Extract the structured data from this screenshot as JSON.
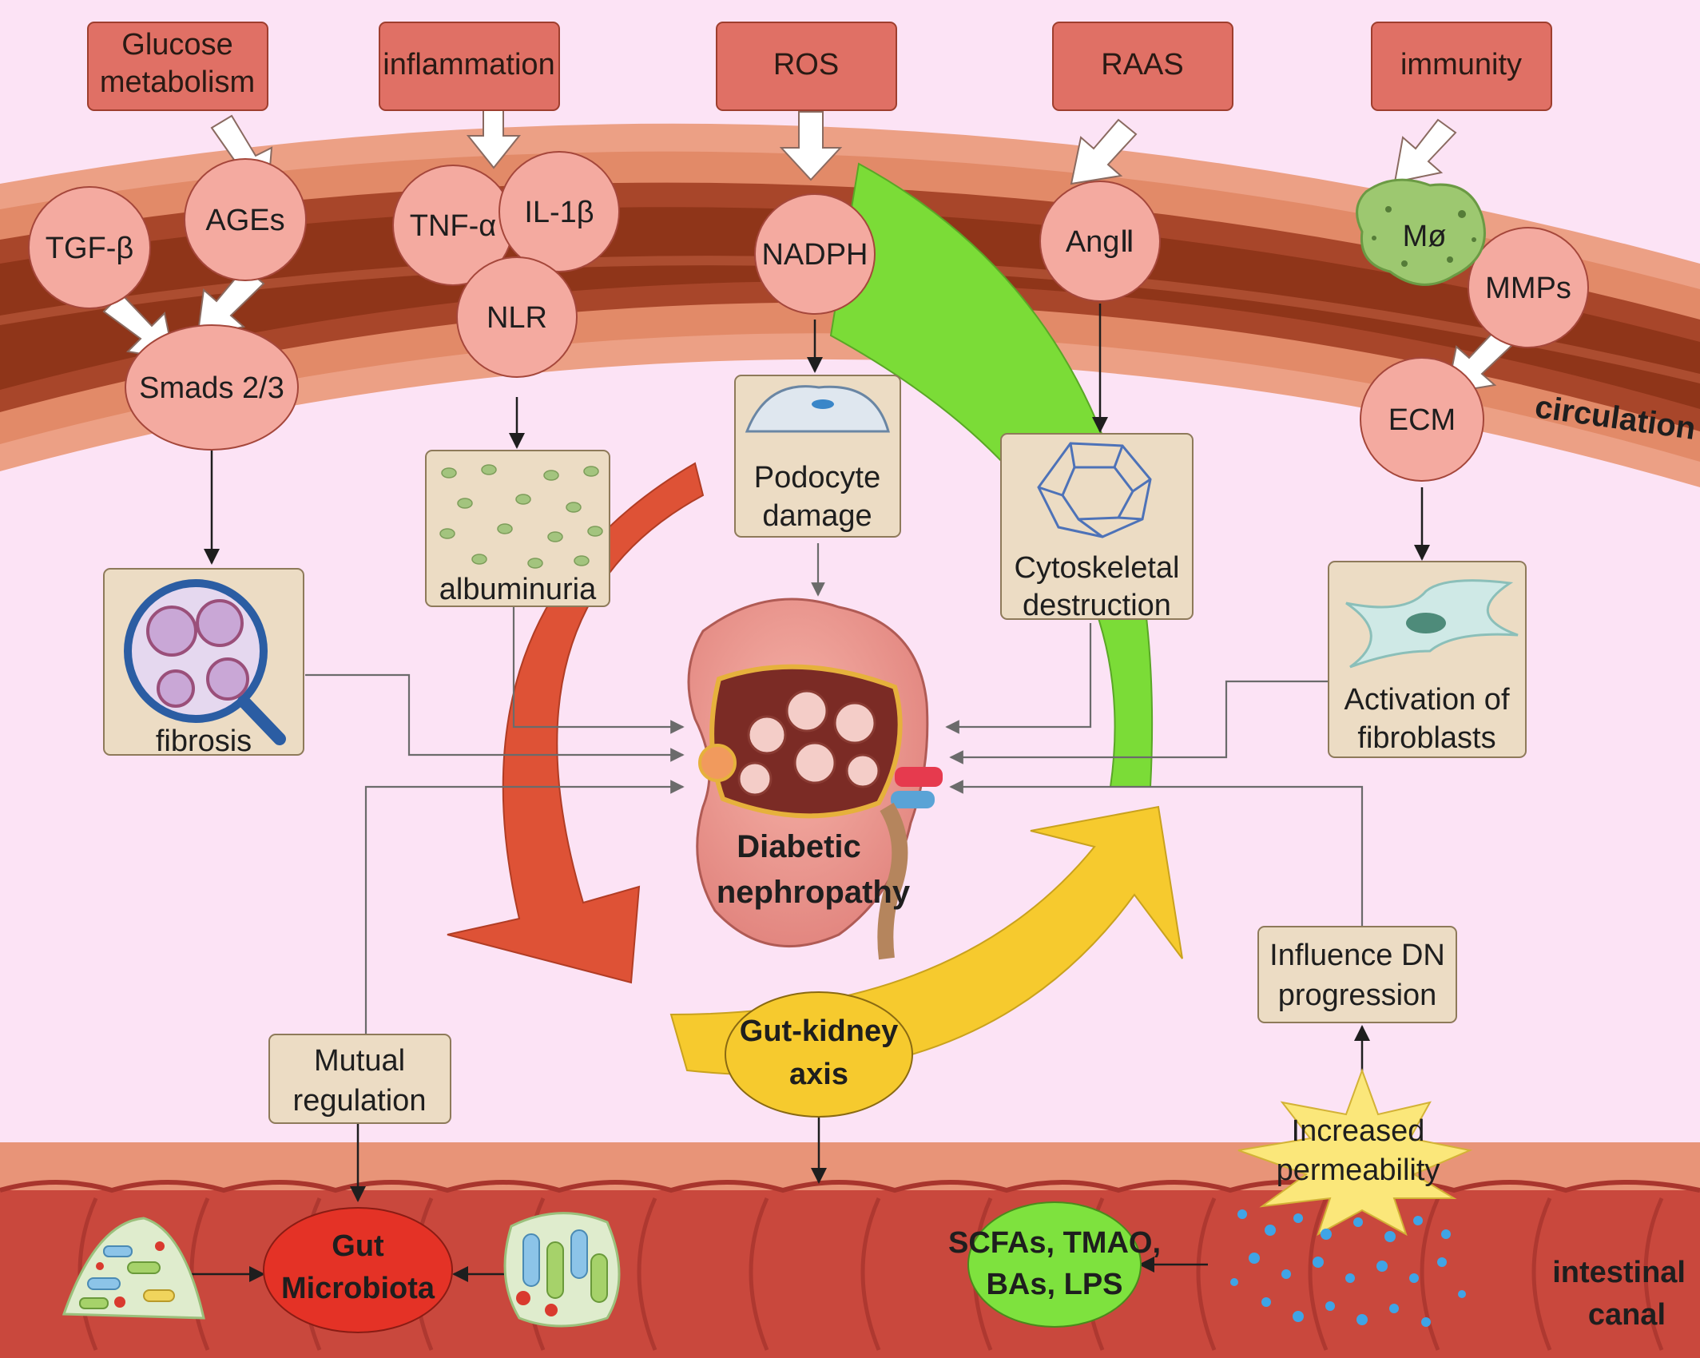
{
  "factors": [
    {
      "line1": "Glucose",
      "line2": "metabolism"
    },
    {
      "line1": "inflammation",
      "line2": ""
    },
    {
      "line1": "ROS",
      "line2": ""
    },
    {
      "line1": "RAAS",
      "line2": ""
    },
    {
      "line1": "immunity",
      "line2": ""
    }
  ],
  "mediators": {
    "tgf": "TGF-β",
    "ages": "AGEs",
    "smads": "Smads 2/3",
    "tnf": "TNF-α",
    "il1b": "IL-1β",
    "nlr": "NLR",
    "nadph": "NADPH",
    "ang": "AngⅡ",
    "macrophage": "Mø",
    "mmps": "MMPs",
    "ecm": "ECM"
  },
  "effects": {
    "fibrosis": "fibrosis",
    "albuminuria": "albuminuria",
    "podocyte": {
      "line1": "Podocyte",
      "line2": "damage"
    },
    "cytoskeletal": {
      "line1": "Cytoskeletal",
      "line2": "destruction"
    },
    "fibroblasts": {
      "line1": "Activation of",
      "line2": "fibroblasts"
    }
  },
  "labels": {
    "circulation": "circulation",
    "intestinal_line1": "intestinal",
    "intestinal_line2": "canal",
    "dn_line1": "Diabetic",
    "dn_line2": "nephropathy",
    "axis_line1": "Gut-kidney",
    "axis_line2": "axis",
    "mutual_line1": "Mutual",
    "mutual_line2": "regulation",
    "influence_line1": "Influence DN",
    "influence_line2": "progression",
    "permeability_line1": "Increased",
    "permeability_line2": "permeability",
    "gut_line1": "Gut",
    "gut_line2": "Microbiota",
    "metab_line1": "SCFAs, TMAO,",
    "metab_line2": "BAs, LPS"
  },
  "colors": {
    "background": "#fce3f5",
    "factor_box": "#e07065",
    "mediator_circle": "#f4aaa0",
    "effect_box": "#ecdcc4",
    "vessel_dark": "#9e3e22",
    "vessel_light": "#e4906e",
    "red_arrow": "#de5236",
    "green_arrow": "#7bdc37",
    "yellow_arrow": "#f6ca2e",
    "gut_microbiota": "#e43226",
    "metabolites": "#7ee23e"
  }
}
